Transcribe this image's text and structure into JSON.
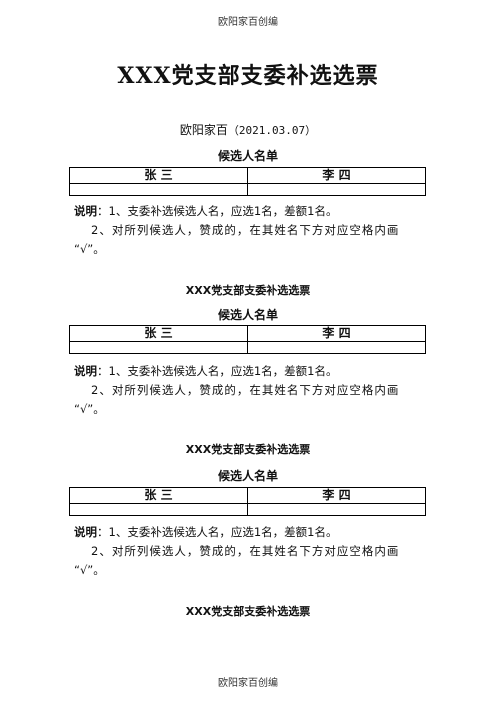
{
  "header": "欧阳家百创编",
  "footer": "欧阳家百创编",
  "title": "XXX党支部支委补选选票",
  "byline": {
    "author": "欧阳家百",
    "date": "（2021.03.07）"
  },
  "ballots": [
    {
      "subtitle": "",
      "list_title": "候选人名单",
      "candidates": [
        "张 三",
        "李 四"
      ],
      "note_label": "说明",
      "note_1": "：1、支委补选候选人名，应选1名，差额1名。",
      "note_2": "2、对所列候选人，赞成的，在其姓名下方对应空格内画",
      "note_3": "“√”。"
    },
    {
      "subtitle": "XXX党支部支委补选选票",
      "list_title": "候选人名单",
      "candidates": [
        "张 三",
        "李 四"
      ],
      "note_label": "说明",
      "note_1": "：1、支委补选候选人名，应选1名，差额1名。",
      "note_2": "2、对所列候选人，赞成的，在其姓名下方对应空格内画",
      "note_3": "“√”。"
    },
    {
      "subtitle": "XXX党支部支委补选选票",
      "list_title": "候选人名单",
      "candidates": [
        "张 三",
        "李 四"
      ],
      "note_label": "说明",
      "note_1": "：1、支委补选候选人名，应选1名，差额1名。",
      "note_2": "2、对所列候选人，赞成的，在其姓名下方对应空格内画",
      "note_3": "“√”。"
    }
  ],
  "trailing_subtitle": "XXX党支部支委补选选票"
}
